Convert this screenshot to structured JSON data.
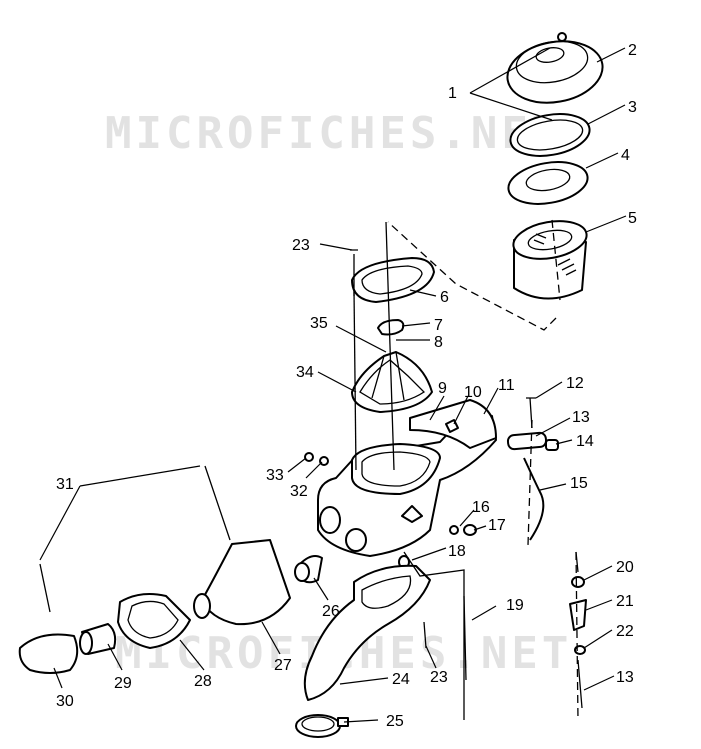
{
  "watermark": "MICROFICHES.NET",
  "callouts": [
    {
      "id": "1",
      "text": "1"
    },
    {
      "id": "2",
      "text": "2"
    },
    {
      "id": "3",
      "text": "3"
    },
    {
      "id": "4",
      "text": "4"
    },
    {
      "id": "5",
      "text": "5"
    },
    {
      "id": "6",
      "text": "6"
    },
    {
      "id": "7",
      "text": "7"
    },
    {
      "id": "8",
      "text": "8"
    },
    {
      "id": "9",
      "text": "9"
    },
    {
      "id": "10",
      "text": "10"
    },
    {
      "id": "11",
      "text": "11"
    },
    {
      "id": "12",
      "text": "12"
    },
    {
      "id": "13a",
      "text": "13"
    },
    {
      "id": "13b",
      "text": "13"
    },
    {
      "id": "14",
      "text": "14"
    },
    {
      "id": "15",
      "text": "15"
    },
    {
      "id": "16",
      "text": "16"
    },
    {
      "id": "17",
      "text": "17"
    },
    {
      "id": "18",
      "text": "18"
    },
    {
      "id": "19",
      "text": "19"
    },
    {
      "id": "20",
      "text": "20"
    },
    {
      "id": "21",
      "text": "21"
    },
    {
      "id": "22",
      "text": "22"
    },
    {
      "id": "23a",
      "text": "23"
    },
    {
      "id": "23b",
      "text": "23"
    },
    {
      "id": "24",
      "text": "24"
    },
    {
      "id": "25",
      "text": "25"
    },
    {
      "id": "26",
      "text": "26"
    },
    {
      "id": "27",
      "text": "27"
    },
    {
      "id": "28",
      "text": "28"
    },
    {
      "id": "29",
      "text": "29"
    },
    {
      "id": "30",
      "text": "30"
    },
    {
      "id": "31",
      "text": "31"
    },
    {
      "id": "32",
      "text": "32"
    },
    {
      "id": "33",
      "text": "33"
    },
    {
      "id": "34",
      "text": "34"
    },
    {
      "id": "35",
      "text": "35"
    }
  ]
}
